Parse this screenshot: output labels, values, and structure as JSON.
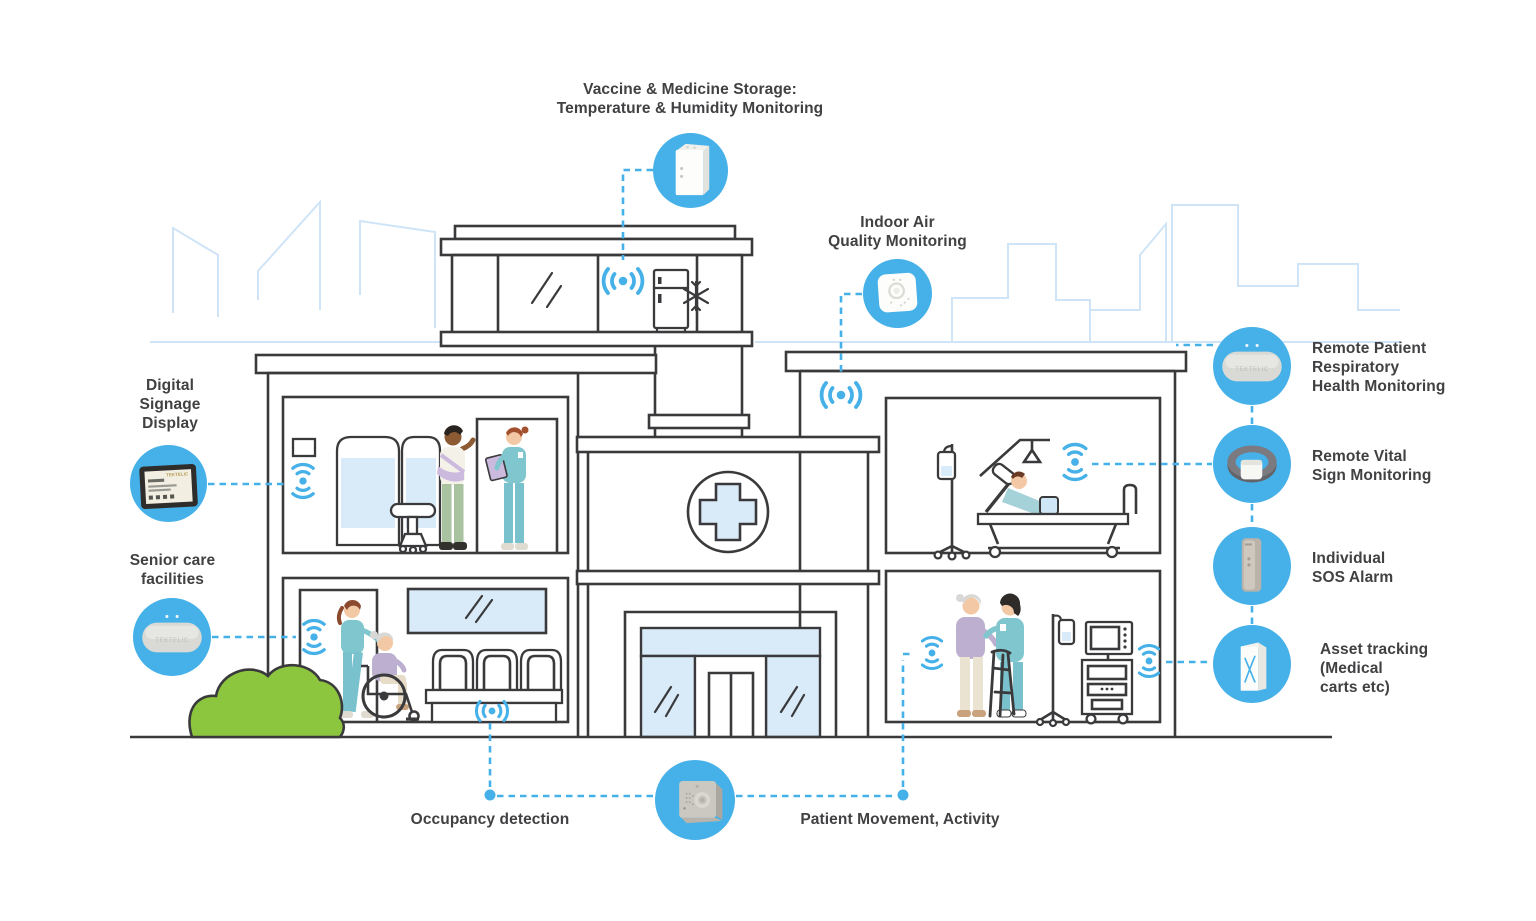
{
  "colors": {
    "accent": "#45B1E8",
    "outline": "#3A3A3C",
    "glass": "#D9EAF8",
    "skyline": "#CFE5F7",
    "bush": "#8CC63E",
    "text": "#414042"
  },
  "devices": {
    "brand": "TEKTELIC"
  },
  "callouts": {
    "vaccine_storage": {
      "lines": [
        "Vaccine & Medicine Storage:",
        "Temperature & Humidity Monitoring"
      ],
      "icon": "cold-storage-sensor-icon"
    },
    "indoor_air": {
      "lines": [
        "Indoor Air",
        "Quality Monitoring"
      ],
      "icon": "air-quality-sensor-icon"
    },
    "digital_signage": {
      "lines": [
        "Digital",
        "Signage",
        "Display"
      ],
      "icon": "digital-signage-icon"
    },
    "senior_care": {
      "lines": [
        "Senior care",
        "facilities"
      ],
      "icon": "lorawan-sensor-icon"
    },
    "respiratory": {
      "lines": [
        "Remote Patient",
        "Respiratory",
        "Health Monitoring"
      ],
      "icon": "lorawan-sensor-icon"
    },
    "vital_sign": {
      "lines": [
        "Remote Vital",
        "Sign Monitoring"
      ],
      "icon": "wristband-monitor-icon"
    },
    "sos_alarm": {
      "lines": [
        "Individual",
        "SOS Alarm"
      ],
      "icon": "sos-device-icon"
    },
    "asset_tracking": {
      "lines": [
        "Asset tracking",
        "(Medical",
        "carts etc)"
      ],
      "icon": "asset-tracker-icon"
    },
    "occupancy": {
      "lines": [
        "Occupancy detection"
      ],
      "icon": "motion-sensor-icon"
    },
    "patient_movement": {
      "lines": [
        "Patient Movement, Activity"
      ]
    }
  }
}
